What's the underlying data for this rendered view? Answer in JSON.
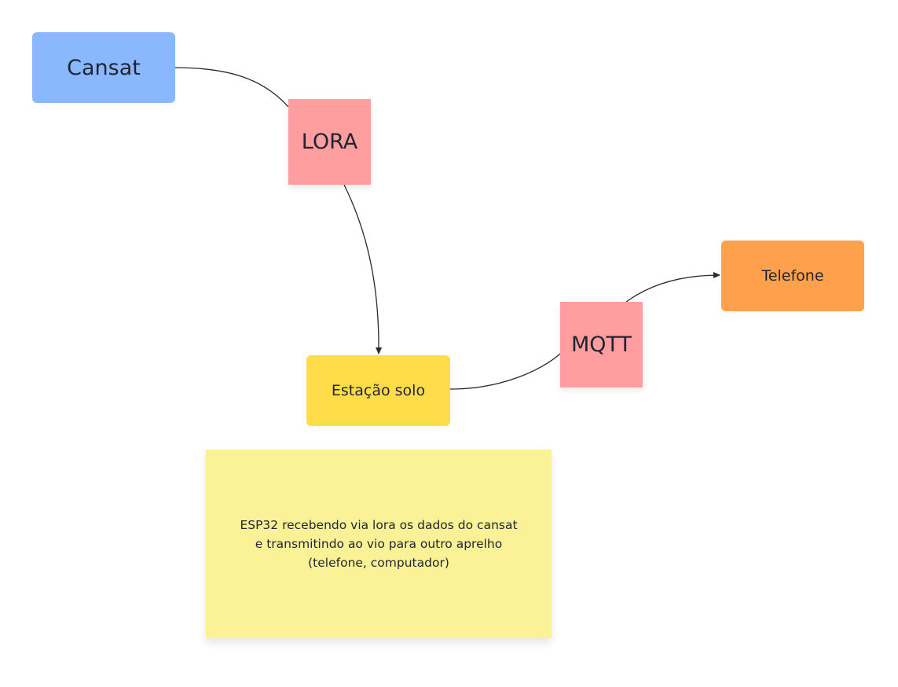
{
  "nodes": {
    "cansat": "Cansat",
    "lora": "LORA",
    "estacao": "Estação solo",
    "mqtt": "MQTT",
    "telefone": "Telefone",
    "note": "ESP32 recebendo via lora os dados do cansat\ne transmitindo ao vio para outro aprelho\n(telefone, computador)"
  },
  "colors": {
    "cansat": "#8ab8ff",
    "protocol": "#ff9d9f",
    "estacao": "#ffdc4a",
    "telefone": "#ffa04c",
    "note": "#fbf297",
    "connector": "#2a2a2a"
  }
}
